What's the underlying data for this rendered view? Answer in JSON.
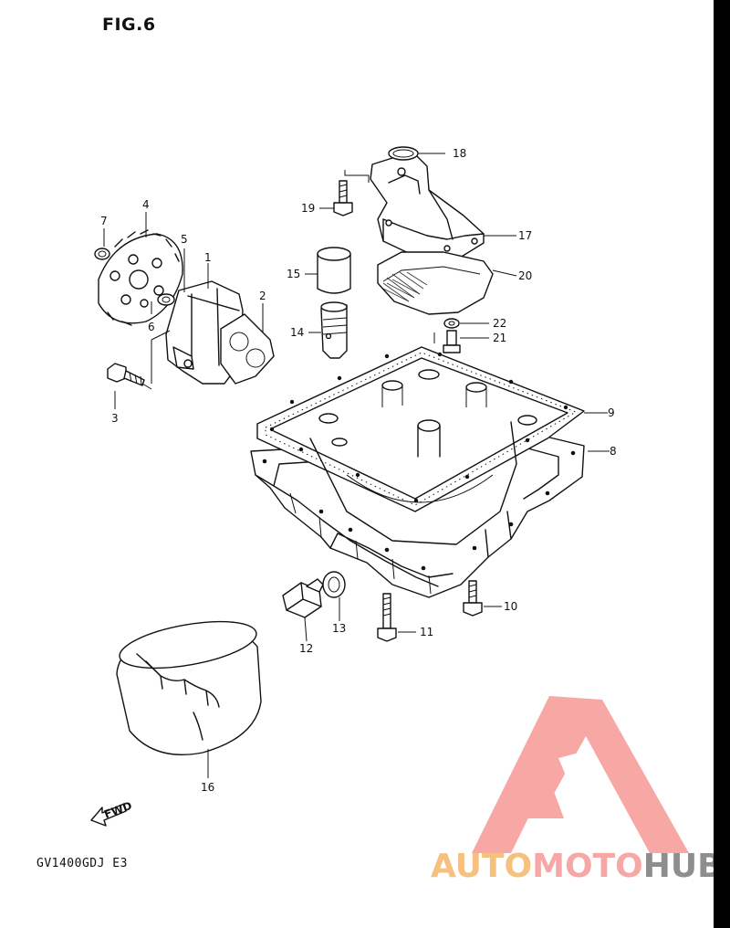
{
  "figure": {
    "title": "FIG.6",
    "model_code": "GV1400GDJ  E3",
    "fwd_label": "FWD"
  },
  "parts": [
    {
      "number": "1"
    },
    {
      "number": "2"
    },
    {
      "number": "3"
    },
    {
      "number": "4"
    },
    {
      "number": "5"
    },
    {
      "number": "6"
    },
    {
      "number": "7"
    },
    {
      "number": "8"
    },
    {
      "number": "9"
    },
    {
      "number": "10"
    },
    {
      "number": "11"
    },
    {
      "number": "12"
    },
    {
      "number": "13"
    },
    {
      "number": "14"
    },
    {
      "number": "15"
    },
    {
      "number": "16"
    },
    {
      "number": "17"
    },
    {
      "number": "18"
    },
    {
      "number": "19"
    },
    {
      "number": "20"
    },
    {
      "number": "21"
    },
    {
      "number": "22"
    }
  ],
  "watermark": {
    "part1": "AUTO",
    "part2": "MOTO",
    "part3": "HUB",
    "colors": {
      "auto": "#f6c07e",
      "moto": "#f6a8a6",
      "hub": "#8e8e8e",
      "logo": "#f7a7a4"
    }
  }
}
